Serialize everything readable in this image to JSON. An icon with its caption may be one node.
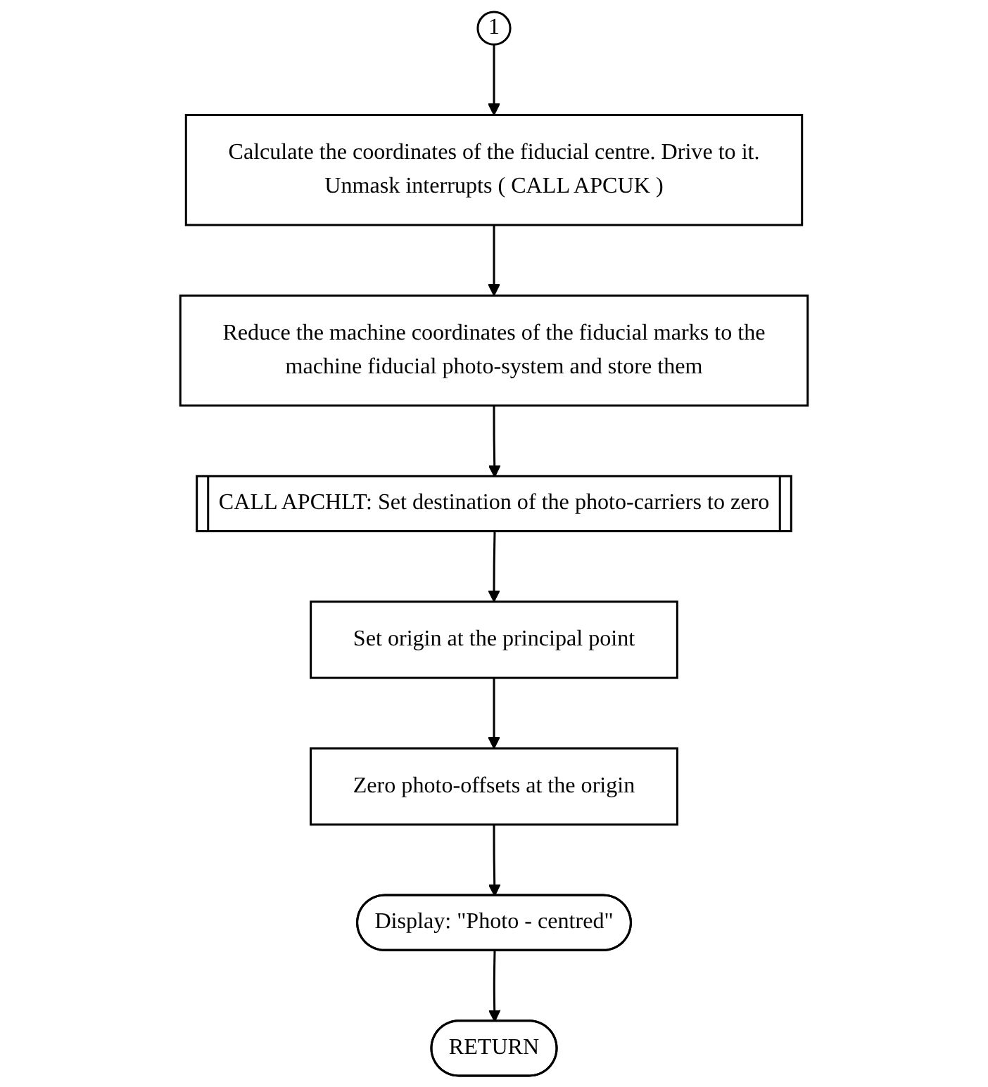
{
  "diagram": {
    "nodes": [
      {
        "text": [
          "1"
        ]
      },
      {
        "text": [
          "Calculate the coordinates of the fiducial centre. Drive to it. Unmask interrupts ( CALL APCUK )"
        ]
      },
      {
        "text": [
          "Reduce the machine coordinates of the fiducial marks to the machine fiducial photo-system and store them"
        ]
      },
      {
        "text": [
          "CALL APCHLT: Set destination of the photo-carriers to zero"
        ]
      },
      {
        "text": [
          "Set origin at the principal point"
        ]
      },
      {
        "text": [
          "Zero photo-offsets at the origin"
        ]
      },
      {
        "text": [
          "Display: \"Photo - centred\""
        ]
      },
      {
        "text": [
          "RETURN"
        ]
      }
    ],
    "edges": [
      {
        "from": 0,
        "to": 1,
        "arrow": "to"
      },
      {
        "from": 1,
        "to": 2,
        "arrow": "to"
      },
      {
        "from": 2,
        "to": 3,
        "arrow": "to"
      },
      {
        "from": 3,
        "to": 4,
        "arrow": "to"
      },
      {
        "from": 4,
        "to": 5,
        "arrow": "to"
      },
      {
        "from": 5,
        "to": 6,
        "arrow": "to"
      },
      {
        "from": 6,
        "to": 7,
        "arrow": "to"
      }
    ]
  }
}
